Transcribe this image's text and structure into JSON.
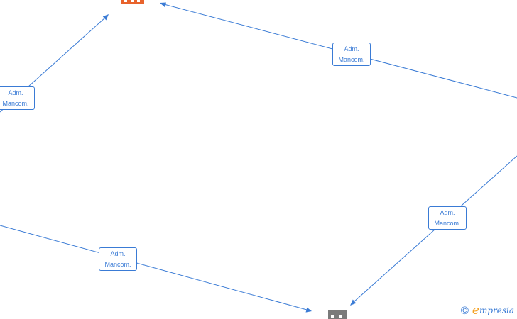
{
  "edge_labels": [
    {
      "line1": "Adm.",
      "line2": "Mancom."
    },
    {
      "line1": "Adm.",
      "line2": "Mancom."
    },
    {
      "line1": "Adm.",
      "line2": "Mancom."
    },
    {
      "line1": "Adm.",
      "line2": "Mancom."
    }
  ],
  "nodes": [
    {
      "icon": "company-building-icon",
      "color": "#e8632c"
    },
    {
      "icon": "company-building-icon",
      "color": "#7a7a7a"
    }
  ],
  "watermark": {
    "copyright": "©",
    "brand_initial": "e",
    "brand_rest": "mpresia"
  },
  "colors": {
    "edge": "#3a7bd5",
    "brand_accent": "#f4a020"
  }
}
